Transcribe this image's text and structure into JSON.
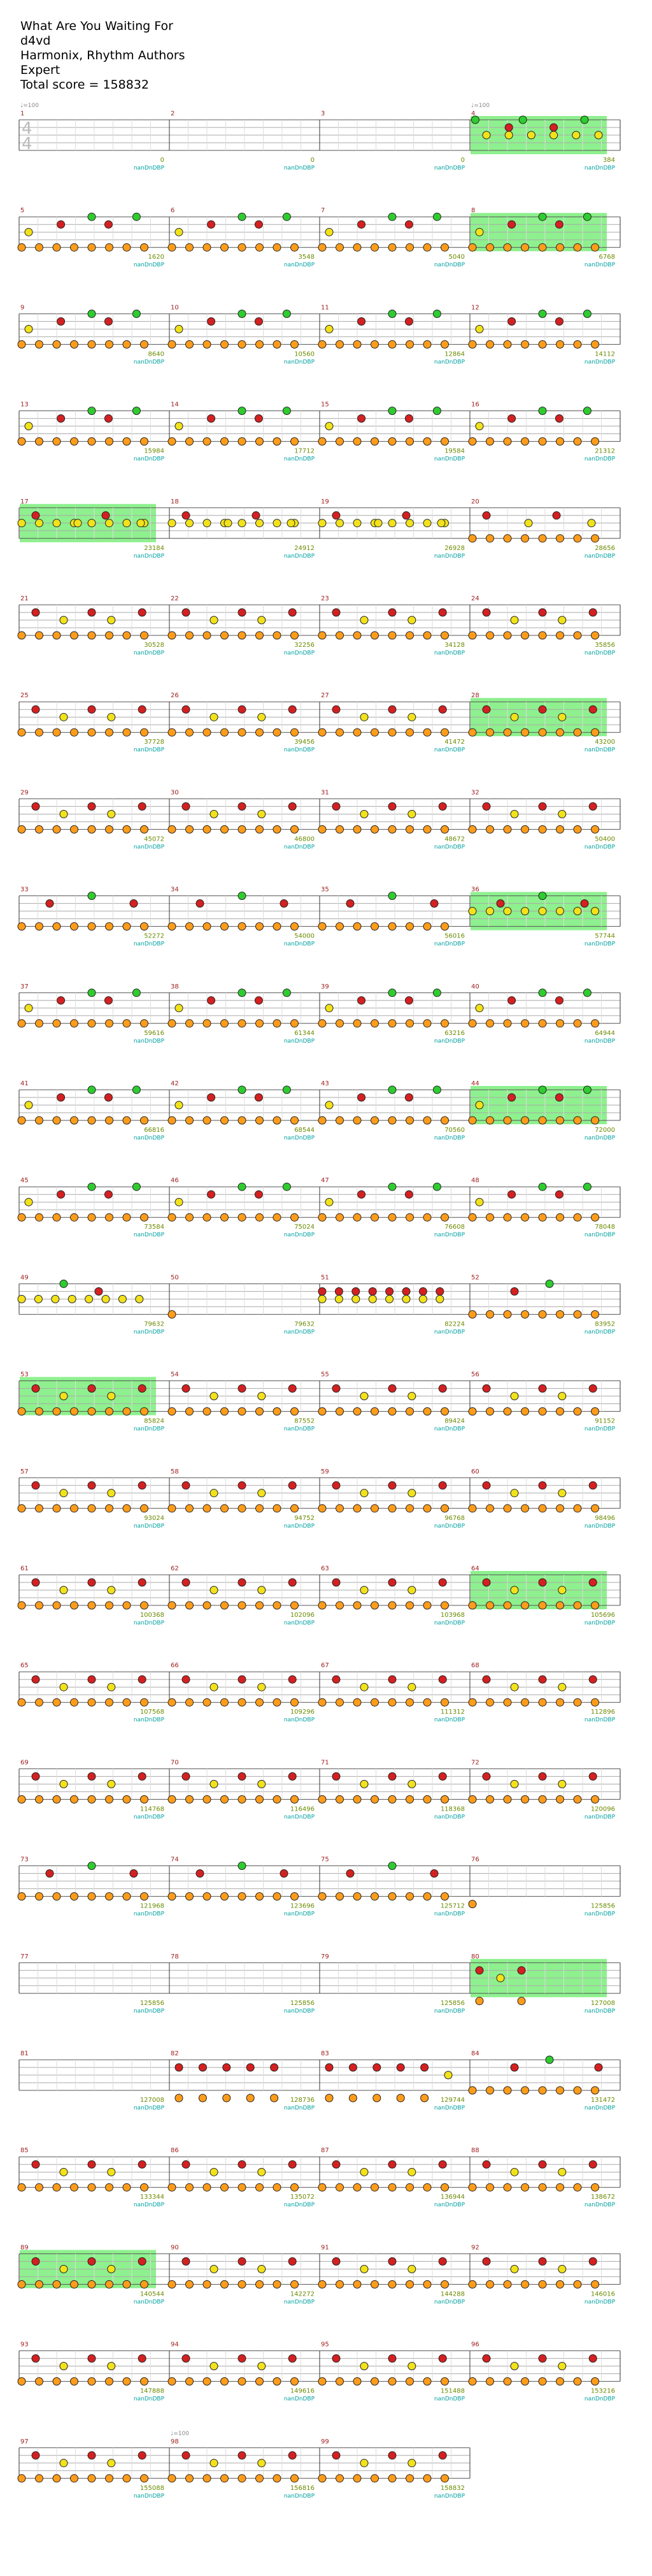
{
  "header": {
    "title": "What Are You Waiting For",
    "artist": "d4vd",
    "charter": "Harmonix, Rhythm Authors",
    "difficulty": "Expert",
    "total_score": "Total score = 158832"
  },
  "time_signature": {
    "numerator": "4",
    "denominator": "4"
  },
  "tempo_marks": [
    {
      "measure": 1,
      "label": "♩=100"
    },
    {
      "measure": 4,
      "label": "♩=100"
    },
    {
      "measure": 98,
      "label": "♩=100"
    }
  ],
  "instrument_label": "nanDnDBP",
  "colors": {
    "green": "#2ecc2e",
    "red": "#d42020",
    "yellow": "#f2e21a",
    "blue": "#1b24c8",
    "orange": "#ff9c1a",
    "star_power": "#8ef08e",
    "score_text": "#6a8a00",
    "instrument_text": "#00a0a0"
  },
  "rows": [
    {
      "measures": [
        1,
        2,
        3,
        4
      ],
      "scores": [
        "0",
        "0",
        "0",
        "384"
      ],
      "sp": [
        4
      ],
      "pattern": "intro"
    },
    {
      "measures": [
        5,
        6,
        7,
        8
      ],
      "scores": [
        "1620",
        "3548",
        "5040",
        "6768"
      ],
      "sp": [
        8
      ],
      "pattern": "yellow"
    },
    {
      "measures": [
        9,
        10,
        11,
        12
      ],
      "scores": [
        "8640",
        "10560",
        "12864",
        "14112"
      ],
      "sp": [],
      "pattern": "yellow"
    },
    {
      "measures": [
        13,
        14,
        15,
        16
      ],
      "scores": [
        "15984",
        "17712",
        "19584",
        "21312"
      ],
      "sp": [],
      "pattern": "yellow"
    },
    {
      "measures": [
        17,
        18,
        19,
        20
      ],
      "scores": [
        "23184",
        "24912",
        "26928",
        "28656"
      ],
      "sp": [
        17
      ],
      "pattern": "mixed"
    },
    {
      "measures": [
        21,
        22,
        23,
        24
      ],
      "scores": [
        "30528",
        "32256",
        "34128",
        "35856"
      ],
      "sp": [],
      "pattern": "blue"
    },
    {
      "measures": [
        25,
        26,
        27,
        28
      ],
      "scores": [
        "37728",
        "39456",
        "41472",
        "43200"
      ],
      "sp": [
        28
      ],
      "pattern": "blue"
    },
    {
      "measures": [
        29,
        30,
        31,
        32
      ],
      "scores": [
        "45072",
        "46800",
        "48672",
        "50400"
      ],
      "sp": [],
      "pattern": "blue"
    },
    {
      "measures": [
        33,
        34,
        35,
        36
      ],
      "scores": [
        "52272",
        "54000",
        "56016",
        "57744"
      ],
      "sp": [
        36
      ],
      "pattern": "mixed2"
    },
    {
      "measures": [
        37,
        38,
        39,
        40
      ],
      "scores": [
        "59616",
        "61344",
        "63216",
        "64944"
      ],
      "sp": [],
      "pattern": "yellow"
    },
    {
      "measures": [
        41,
        42,
        43,
        44
      ],
      "scores": [
        "66816",
        "68544",
        "70560",
        "72000"
      ],
      "sp": [
        44
      ],
      "pattern": "yellow"
    },
    {
      "measures": [
        45,
        46,
        47,
        48
      ],
      "scores": [
        "73584",
        "75024",
        "76608",
        "78048"
      ],
      "sp": [],
      "pattern": "yellow"
    },
    {
      "measures": [
        49,
        50,
        51,
        52
      ],
      "scores": [
        "79632",
        "79632",
        "82224",
        "83952"
      ],
      "sp": [],
      "pattern": "break"
    },
    {
      "measures": [
        53,
        54,
        55,
        56
      ],
      "scores": [
        "85824",
        "87552",
        "89424",
        "91152"
      ],
      "sp": [
        53
      ],
      "pattern": "blue"
    },
    {
      "measures": [
        57,
        58,
        59,
        60
      ],
      "scores": [
        "93024",
        "94752",
        "96768",
        "98496"
      ],
      "sp": [],
      "pattern": "blue"
    },
    {
      "measures": [
        61,
        62,
        63,
        64
      ],
      "scores": [
        "100368",
        "102096",
        "103968",
        "105696"
      ],
      "sp": [
        64
      ],
      "pattern": "blue"
    },
    {
      "measures": [
        65,
        66,
        67,
        68
      ],
      "scores": [
        "107568",
        "109296",
        "111312",
        "112896"
      ],
      "sp": [],
      "pattern": "blue"
    },
    {
      "measures": [
        69,
        70,
        71,
        72
      ],
      "scores": [
        "114768",
        "116496",
        "118368",
        "120096"
      ],
      "sp": [],
      "pattern": "blue"
    },
    {
      "measures": [
        73,
        74,
        75,
        76
      ],
      "scores": [
        "121968",
        "123696",
        "125712",
        "125856"
      ],
      "sp": [],
      "pattern": "end1"
    },
    {
      "measures": [
        77,
        78,
        79,
        80
      ],
      "scores": [
        "125856",
        "125856",
        "125856",
        "127008"
      ],
      "sp": [
        80
      ],
      "pattern": "empty"
    },
    {
      "measures": [
        81,
        82,
        83,
        84
      ],
      "scores": [
        "127008",
        "128736",
        "129744",
        "131472"
      ],
      "sp": [],
      "pattern": "bridge"
    },
    {
      "measures": [
        85,
        86,
        87,
        88
      ],
      "scores": [
        "133344",
        "135072",
        "136944",
        "138672"
      ],
      "sp": [],
      "pattern": "blue"
    },
    {
      "measures": [
        89,
        90,
        91,
        92
      ],
      "scores": [
        "140544",
        "142272",
        "144288",
        "146016"
      ],
      "sp": [
        89
      ],
      "pattern": "blue"
    },
    {
      "measures": [
        93,
        94,
        95,
        96
      ],
      "scores": [
        "147888",
        "149616",
        "151488",
        "153216"
      ],
      "sp": [],
      "pattern": "blue"
    },
    {
      "measures": [
        97,
        98,
        99
      ],
      "scores": [
        "155088",
        "156816",
        "158832"
      ],
      "sp": [],
      "pattern": "blue"
    }
  ]
}
